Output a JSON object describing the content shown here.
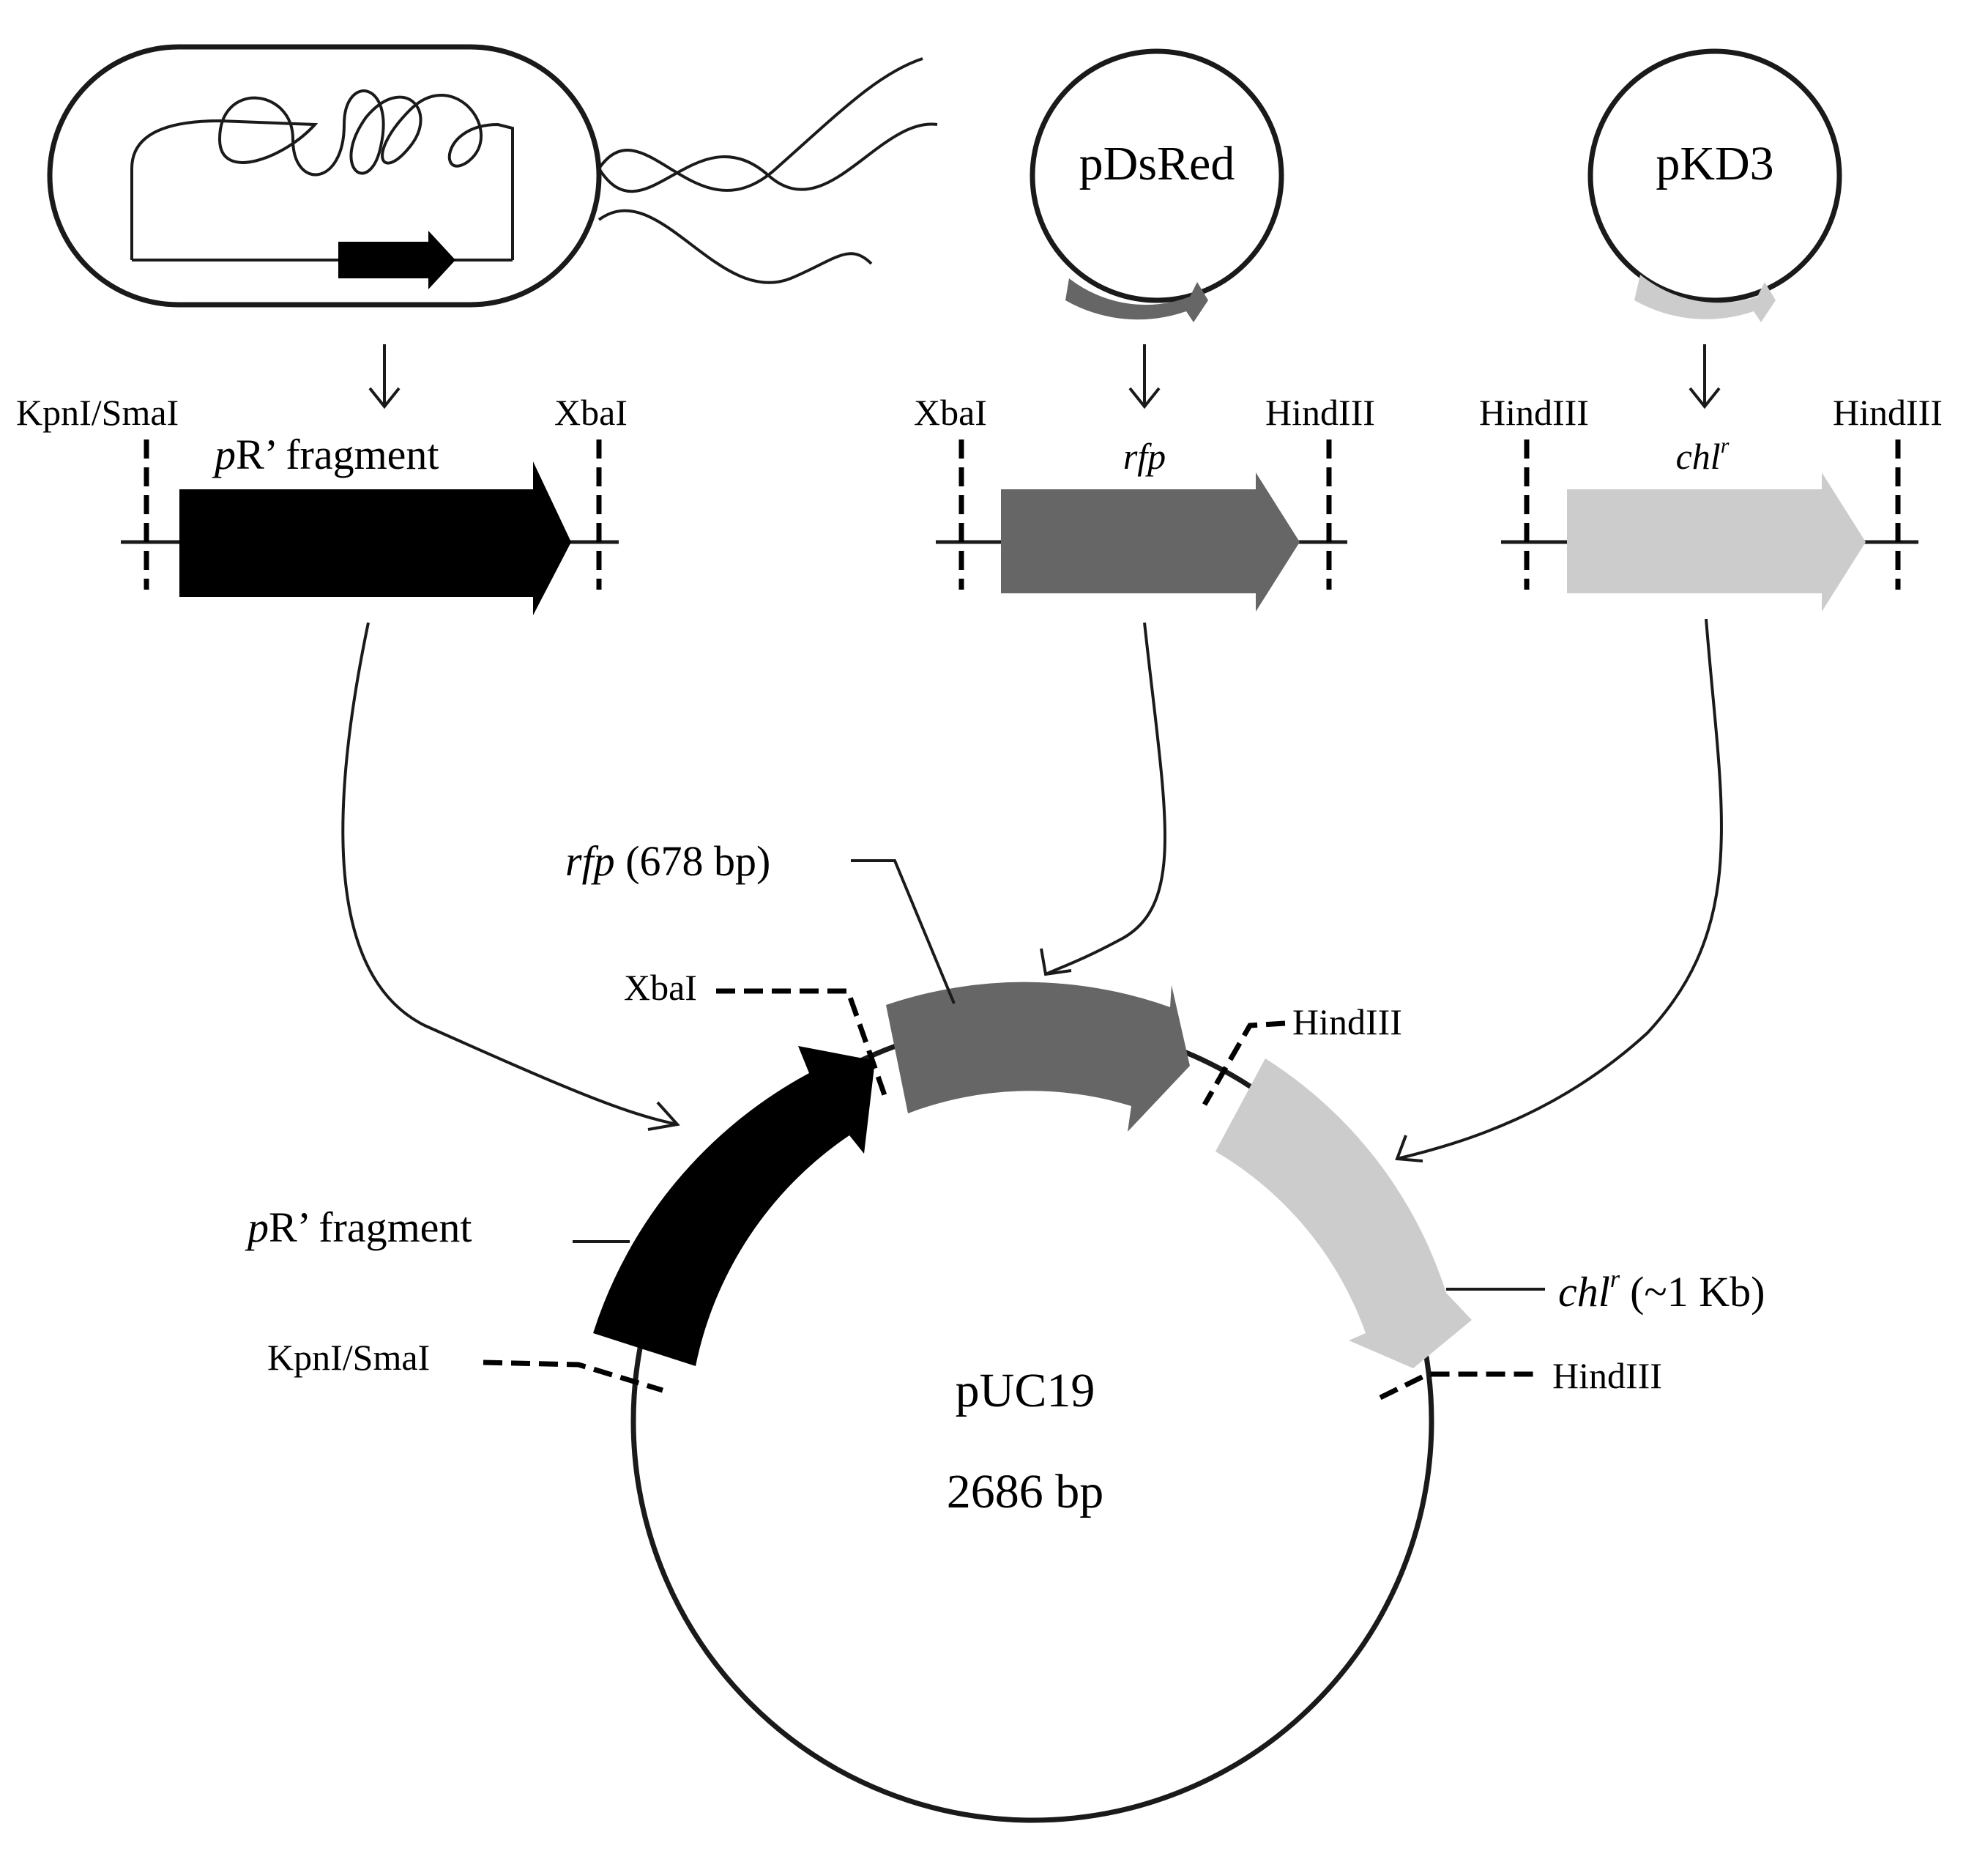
{
  "colors": {
    "line": "#1a1a1a",
    "pr_fragment": "#000000",
    "rfp": "#666666",
    "chlr": "#cccccc",
    "background": "#ffffff"
  },
  "plasmids": {
    "pdsred": "pDsRed",
    "pkd3": "pKD3",
    "puc19_name": "pUC19",
    "puc19_size": "2686 bp"
  },
  "fragments": {
    "pr": {
      "italic_prefix": "p",
      "label_rest": "R’ fragment",
      "left_site": "KpnI/SmaI",
      "right_site": "XbaI"
    },
    "rfp": {
      "label": "rfp",
      "left_site": "XbaI",
      "right_site": "HindIII"
    },
    "chl": {
      "label": "chl",
      "superscript": "r",
      "left_site": "HindIII",
      "right_site": "HindIII"
    }
  },
  "map_labels": {
    "rfp_name": "rfp",
    "rfp_size": "(678 bp)",
    "pr_prefix": "p",
    "pr_rest": "R’ fragment",
    "chl_name": "chl",
    "chl_sup": "r",
    "chl_size": "(~1 Kb)",
    "site_xbai": "XbaI",
    "site_hindiii_top": "HindIII",
    "site_hindiii_bottom": "HindIII",
    "site_kpni_smai": "KpnI/SmaI"
  },
  "icons": {
    "bacterium": "bacterium-cell-icon",
    "chromosome": "chromosome-coil-icon",
    "flagella": "flagella-icon"
  }
}
